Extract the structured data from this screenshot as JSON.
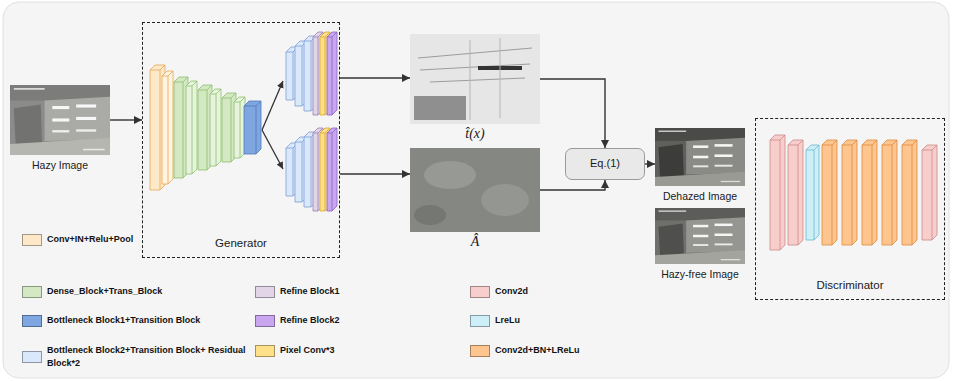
{
  "diagram": {
    "nodes": [
      {
        "text": [
          "Hazy Image"
        ]
      },
      {
        "text": [
          "Generator"
        ]
      },
      {
        "text": [
          "t̂(x)"
        ]
      },
      {
        "text": [
          "Â"
        ]
      },
      {
        "text": [
          "Eq.(1)"
        ]
      },
      {
        "text": [
          "Dehazed Image"
        ]
      },
      {
        "text": [
          "Hazy-free Image"
        ]
      },
      {
        "text": [
          "Discriminator"
        ]
      }
    ],
    "edges": [
      {
        "from": 0,
        "to": 1,
        "arrow": "to"
      },
      {
        "from": 1,
        "to": 2,
        "arrow": "to"
      },
      {
        "from": 1,
        "to": 3,
        "arrow": "to"
      },
      {
        "from": 2,
        "to": 4,
        "arrow": "to"
      },
      {
        "from": 3,
        "to": 4,
        "arrow": "to"
      },
      {
        "from": 4,
        "to": 5,
        "arrow": "to"
      }
    ],
    "legend": [
      {
        "text": "Conv+IN+Relu+Pool",
        "color": "#fde9c8"
      },
      {
        "text": "Dense_Block+Trans_Block",
        "color": "#d5e8c4"
      },
      {
        "text": "Bottleneck Block1+Transition Block",
        "color": "#7ea6e0"
      },
      {
        "text": "Bottleneck Block2+Transition Block+ Residual Block*2",
        "color": "#dae8fc"
      },
      {
        "text": "Refine Block1",
        "color": "#e1d5e7"
      },
      {
        "text": "Refine Block2",
        "color": "#c9a6ef"
      },
      {
        "text": "Pixel Conv*3",
        "color": "#ffe08a"
      },
      {
        "text": "Conv2d",
        "color": "#f8cecc"
      },
      {
        "text": "LreLu",
        "color": "#cdeff7"
      },
      {
        "text": "Conv2d+BN+LReLu",
        "color": "#ffc58f"
      }
    ]
  }
}
